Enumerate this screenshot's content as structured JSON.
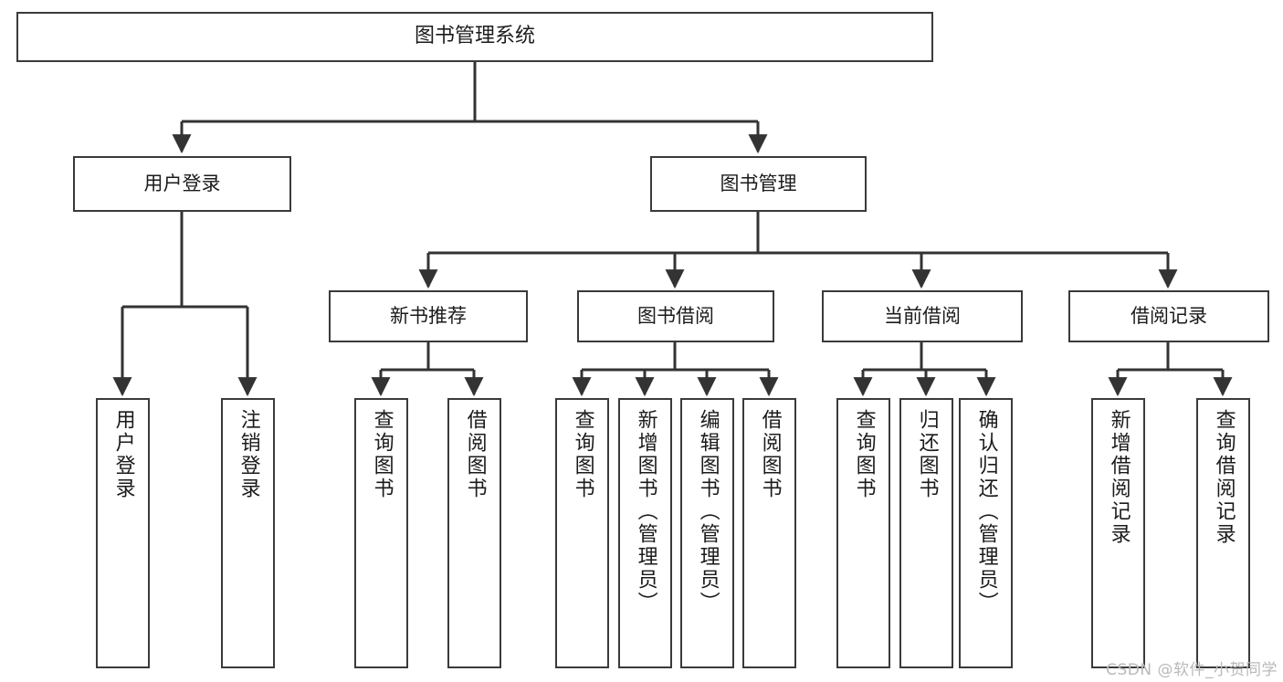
{
  "diagram": {
    "title": "图书管理系统",
    "type": "hierarchy-tree",
    "root": {
      "label": "图书管理系统"
    },
    "level2": [
      {
        "label": "用户登录"
      },
      {
        "label": "图书管理"
      }
    ],
    "level3": [
      {
        "label": "新书推荐"
      },
      {
        "label": "图书借阅"
      },
      {
        "label": "当前借阅"
      },
      {
        "label": "借阅记录"
      }
    ],
    "leaves": {
      "user_login": [
        {
          "label": "用户登录"
        },
        {
          "label": "注销登录"
        }
      ],
      "new_book_recommend": [
        {
          "label": "查询图书"
        },
        {
          "label": "借阅图书"
        }
      ],
      "book_borrow": [
        {
          "label": "查询图书"
        },
        {
          "label": "新增图书（管理员）"
        },
        {
          "label": "编辑图书（管理员）"
        },
        {
          "label": "借阅图书"
        }
      ],
      "current_borrow": [
        {
          "label": "查询图书"
        },
        {
          "label": "归还图书"
        },
        {
          "label": "确认归还（管理员）"
        }
      ],
      "borrow_record": [
        {
          "label": "新增借阅记录"
        },
        {
          "label": "查询借阅记录"
        }
      ]
    }
  },
  "watermark": {
    "text": "CSDN @软件_小贺同学"
  },
  "colors": {
    "background": "#ffffff",
    "box_border": "#3a3a3a",
    "box_fill": "#ffffff",
    "text": "#1b1b1b",
    "connector": "#333333",
    "watermark": "#b9b9b9"
  }
}
